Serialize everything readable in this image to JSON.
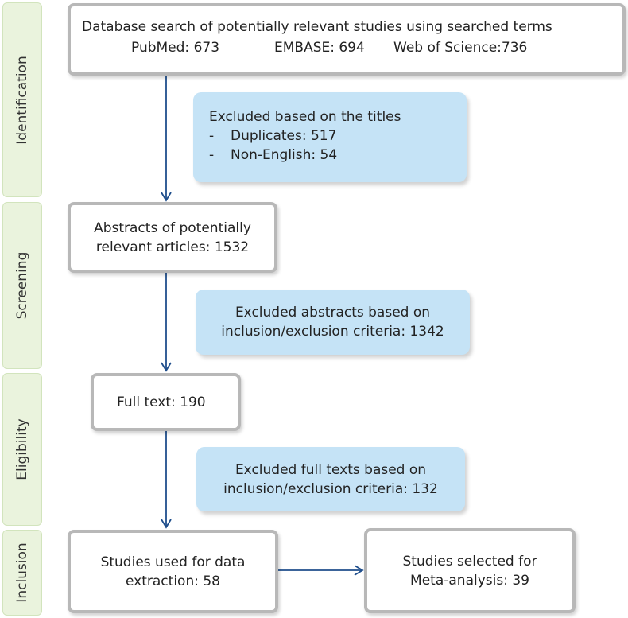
{
  "stages": {
    "identification": "Identification",
    "screening": "Screening",
    "eligibility": "Eligibility",
    "inclusion": "Inclusion"
  },
  "database_search": {
    "title": "Database search of potentially relevant studies using searched terms",
    "pubmed": "PubMed: 673",
    "embase": "EMBASE: 694",
    "wos": "Web of Science:736"
  },
  "excluded_titles": {
    "title": "Excluded based on the titles",
    "items": [
      {
        "dash": "-",
        "text": "Duplicates: 517"
      },
      {
        "dash": "-",
        "text": "Non-English: 54"
      }
    ]
  },
  "abstracts": {
    "line1": "Abstracts of potentially",
    "line2": "relevant articles: 1532"
  },
  "excluded_abstracts": {
    "line1": "Excluded abstracts based on",
    "line2": "inclusion/exclusion criteria: 1342"
  },
  "full_text": {
    "label": "Full text: 190"
  },
  "excluded_full_texts": {
    "line1": "Excluded full texts based on",
    "line2": "inclusion/exclusion criteria: 132"
  },
  "studies_used": {
    "line1": "Studies used for data",
    "line2": "extraction: 58"
  },
  "studies_selected": {
    "line1": "Studies selected for",
    "line2": "Meta-analysis: 39"
  },
  "colors": {
    "arrow": "#1f4e8c",
    "stage_bg": "#eaf3dd",
    "exclusion_bg": "#c5e3f6",
    "box_border": "#b8b8b8"
  }
}
